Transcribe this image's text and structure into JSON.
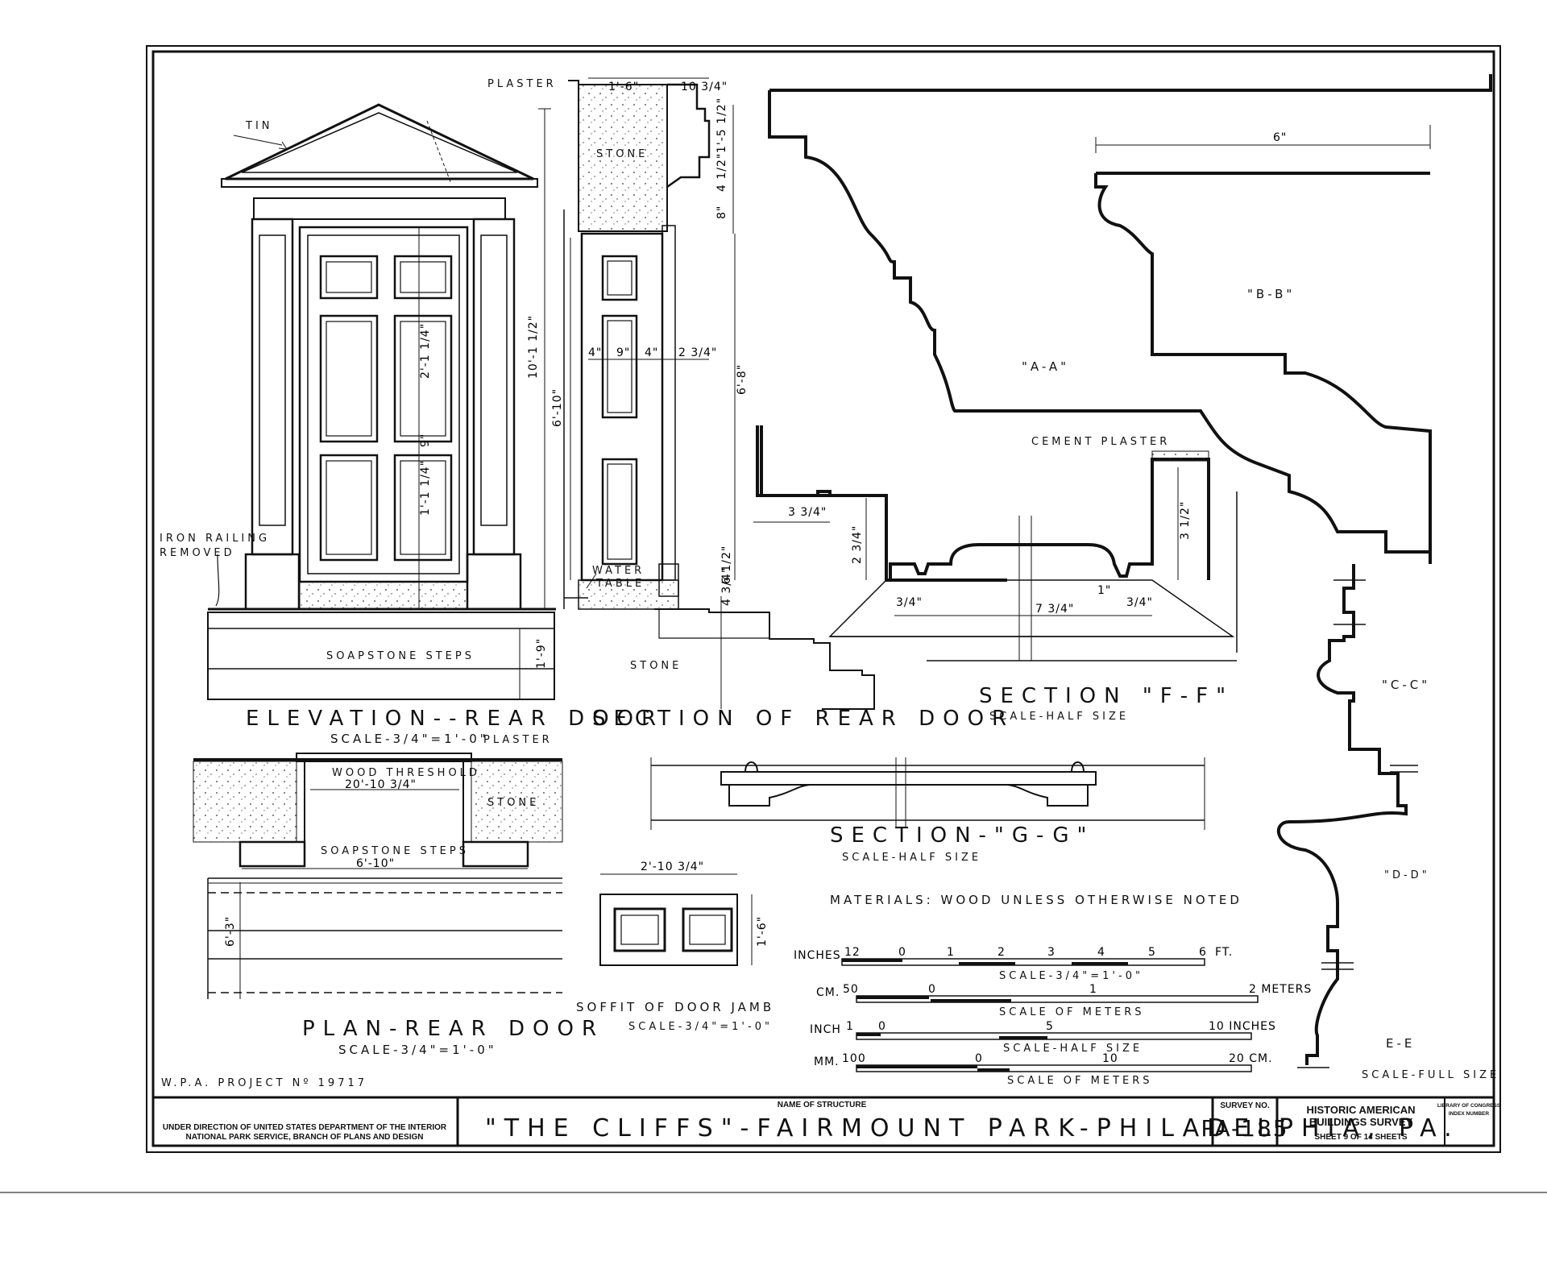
{
  "drawing": {
    "labels": {
      "tin": "TIN",
      "plaster_top": "PLASTER",
      "stone_section": "STONE",
      "iron_railing_1": "IRON RAILING",
      "iron_railing_2": "REMOVED",
      "soapstone_steps": "SOAPSTONE STEPS",
      "stone_steps": "STONE",
      "water_table_1": "WATER",
      "water_table_2": "TABLE",
      "cement_plaster": "CEMENT PLASTER",
      "plaster_plan": "PLASTER",
      "wood_threshold": "WOOD THRESHOLD",
      "stone_plan": "STONE",
      "soapstone_steps_plan": "SOAPSTONE STEPS",
      "section_aa": "\"A-A\"",
      "section_bb": "\"B-B\"",
      "section_cc": "\"C-C\"",
      "section_dd": "\"D-D\"",
      "section_ee": "E-E",
      "materials": "MATERIALS: WOOD UNLESS OTHERWISE NOTED",
      "wpa": "W.P.A. PROJECT Nº 19717"
    },
    "titles": {
      "elevation": "ELEVATION--REAR DOOR",
      "elevation_scale": "SCALE-3/4\"=1'-0\"",
      "section_rear": "SECTION OF REAR DOOR",
      "section_ff": "SECTION \"F-F\"",
      "section_ff_scale": "SCALE-HALF SIZE",
      "section_gg": "SECTION-\"G-G\"",
      "section_gg_scale": "SCALE-HALF SIZE",
      "plan": "PLAN-REAR DOOR",
      "plan_scale": "SCALE-3/4\"=1'-0\"",
      "soffit": "SOFFIT OF DOOR JAMB",
      "soffit_scale": "SCALE-3/4\"=1'-0\"",
      "full_size": "SCALE-FULL SIZE"
    },
    "dimensions": {
      "d_1_6": "1'-6\"",
      "d_10_3_4": "10 3/4\"",
      "d_1_5_half": "1'-5 1/2\"",
      "d_4_half": "4 1/2\"",
      "d_8": "8\"",
      "d_6_10": "6'-10\"",
      "d_10_1_half": "10'-1 1/2\"",
      "d_6_8": "6'-8\"",
      "d_2_1_4": "2'-1 1/4\"",
      "d_1_1_4": "1'-1 1/4\"",
      "d_9": "9\"",
      "d_4a": "4\"",
      "d_9b": "9\"",
      "d_4b": "4\"",
      "d_2_3_4": "2 3/4\"",
      "d_6_half": "6 1/2\"",
      "d_4_3_4": "4 3/4\"",
      "d_1_9": "1'-9\"",
      "d_6_inch": "6\"",
      "d_3_3_4": "3 3/4\"",
      "d_2_3_4b": "2 3/4\"",
      "d_3_1_2": "3 1/2\"",
      "d_7_3_4": "7 3/4\"",
      "d_3_4a": "3/4\"",
      "d_3_4b": "3/4\"",
      "d_1": "1\"",
      "d_20_10": "20'-10 3/4\"",
      "d_6_10_plan": "6'-10\"",
      "d_6_3": "6'-3\"",
      "d_2_10": "2'-10 3/4\"",
      "d_1_6b": "1'-6\""
    },
    "scales": {
      "ft_label": "INCHES",
      "ft_ticks": [
        "12",
        "0",
        "1",
        "2",
        "3",
        "4",
        "5",
        "6",
        "FT."
      ],
      "ft_caption": "SCALE-3/4\"=1'-0\"",
      "cm_label": "CM.",
      "cm_ticks": [
        "50",
        "0",
        "1",
        "2 METERS"
      ],
      "cm_caption": "SCALE OF METERS",
      "inch_label": "INCH",
      "inch_ticks": [
        "1",
        "0",
        "5",
        "10 INCHES"
      ],
      "inch_caption": "SCALE-HALF SIZE",
      "mm_label": "MM.",
      "mm_ticks": [
        "100",
        "0",
        "10",
        "20 CM."
      ],
      "mm_caption": "SCALE OF METERS"
    }
  },
  "title_block": {
    "agency_1": "UNDER DIRECTION OF UNITED STATES DEPARTMENT OF THE INTERIOR",
    "agency_2": "NATIONAL PARK SERVICE, BRANCH OF PLANS AND DESIGN",
    "name_caption": "NAME OF STRUCTURE",
    "structure_name": "\"THE CLIFFS\"-FAIRMOUNT PARK-PHILADELPHIA, PA.",
    "survey_caption": "SURVEY NO.",
    "survey_no": "PA-185",
    "habs_1": "HISTORIC AMERICAN",
    "habs_2": "BUILDINGS SURVEY",
    "sheet": "SHEET 9 OF 14 SHEETS",
    "loc_1": "LIBRARY OF CONGRESS",
    "loc_2": "INDEX NUMBER"
  }
}
